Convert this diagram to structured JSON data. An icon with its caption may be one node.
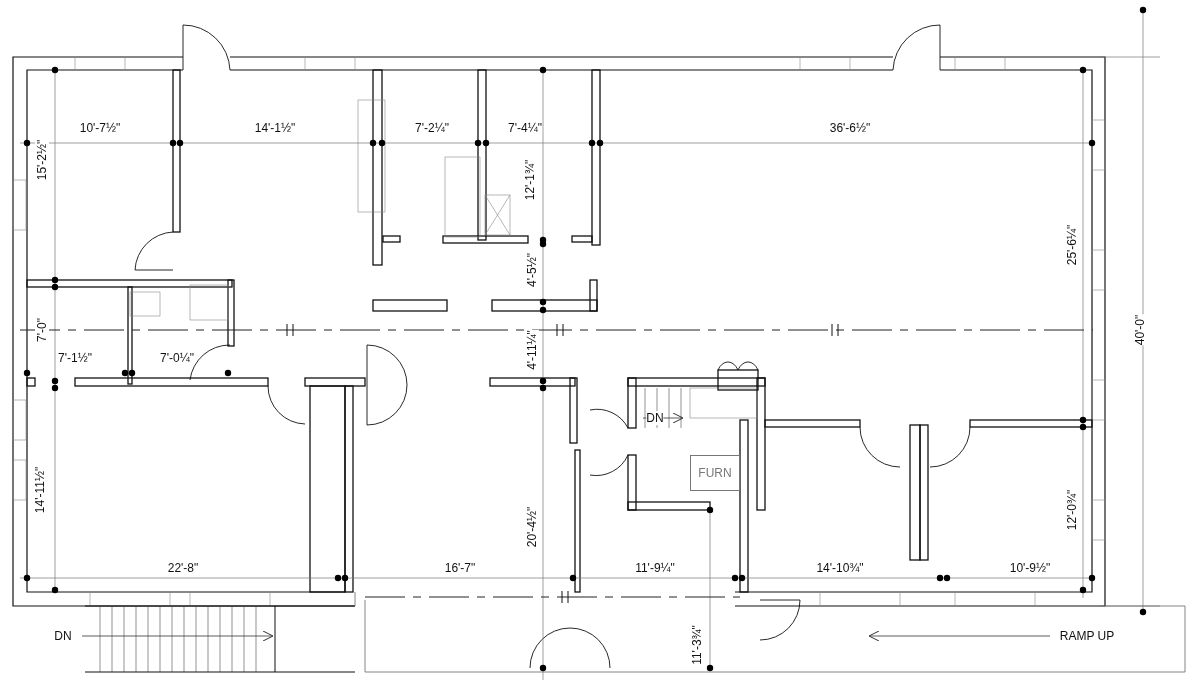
{
  "diagram": {
    "nodes": [
      {
        "text": [
          "FURN"
        ]
      }
    ],
    "labels": [
      "10'-7½\"",
      "14'-1½\"",
      "7'-2¼\"",
      "7'-4¼\"",
      "36'-6½\"",
      "15'-2½\"",
      "12'-1¾\"",
      "25'-6¼\"",
      "4'-5½\"",
      "7'-0\"",
      "40'-0\"",
      "4'-11¼\"",
      "7'-1½\"",
      "7'-0¼\"",
      "DN",
      "14'-11½\"",
      "12'-0¾\"",
      "20'-4½\"",
      "22'-8\"",
      "16'-7\"",
      "11'-9¼\"",
      "14'-10¾\"",
      "10'-9½\"",
      "DN",
      "11'-3¾\"",
      "RAMP UP"
    ]
  }
}
